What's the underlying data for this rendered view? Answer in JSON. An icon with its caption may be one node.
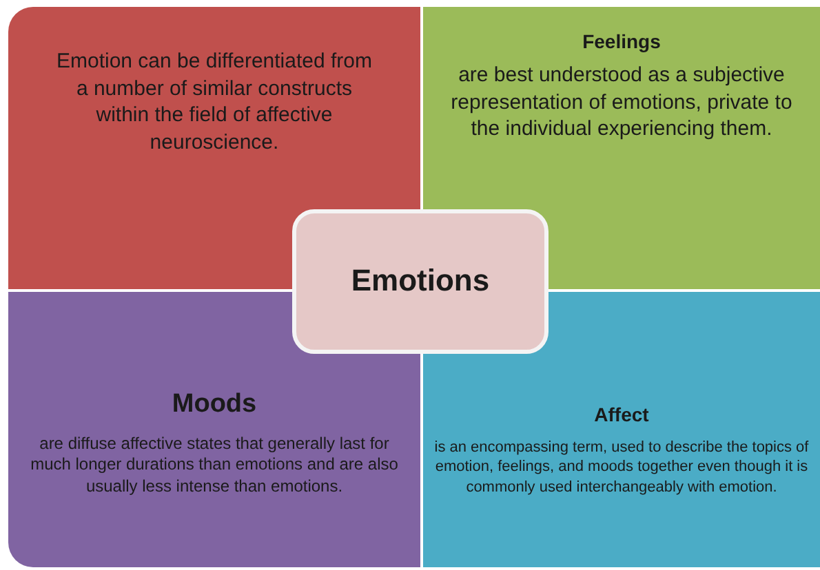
{
  "diagram": {
    "nodes": [
      {
        "text": [
          "Emotion can be differentiated from a number of similar constructs within the field of affective neuroscience."
        ]
      },
      {
        "text": [
          "Feelings",
          "are best understood as a subjective representation of emotions, private to the individual experiencing them."
        ]
      },
      {
        "text": [
          "Emotions"
        ]
      },
      {
        "text": [
          "Moods",
          "are diffuse affective states that generally last for much longer durations than emotions and are also usually less intense than emotions."
        ]
      },
      {
        "text": [
          "Affect",
          "is an encompassing term, used to describe the topics of emotion, feelings, and moods together even though it is commonly used interchangeably with emotion."
        ]
      }
    ]
  }
}
